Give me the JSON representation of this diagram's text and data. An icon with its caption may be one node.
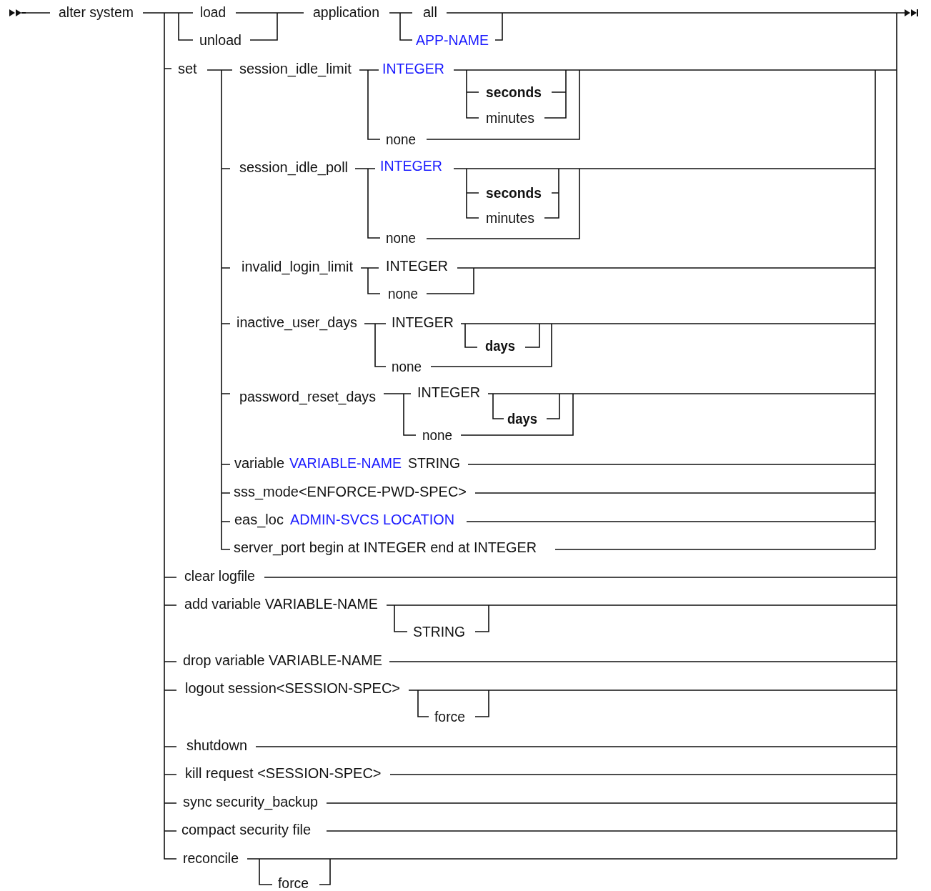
{
  "diagram": {
    "labels": [
      "alter system",
      "load",
      "unload",
      "application",
      "all",
      "APP-NAME",
      "set",
      "session_idle_limit",
      "INTEGER",
      "seconds",
      "minutes",
      "none",
      "session_idle_poll",
      "INTEGER",
      "seconds",
      "minutes",
      "none",
      "invalid_login_limit",
      "INTEGER",
      "none",
      "inactive_user_days",
      "INTEGER",
      "days",
      "none",
      "password_reset_days",
      "INTEGER",
      "days",
      "none",
      "variable",
      "VARIABLE-NAME",
      "STRING",
      "sss_mode<ENFORCE-PWD-SPEC>",
      "eas_loc",
      "ADMIN-SVCS LOCATION",
      "server_port begin at INTEGER end at INTEGER",
      "clear logfile",
      "add variable VARIABLE-NAME",
      "STRING",
      "drop variable VARIABLE-NAME",
      "logout session<SESSION-SPEC>",
      "force",
      "shutdown",
      "kill request <SESSION-SPEC>",
      "sync security_backup",
      "compact security file",
      "reconcile",
      "force"
    ]
  }
}
